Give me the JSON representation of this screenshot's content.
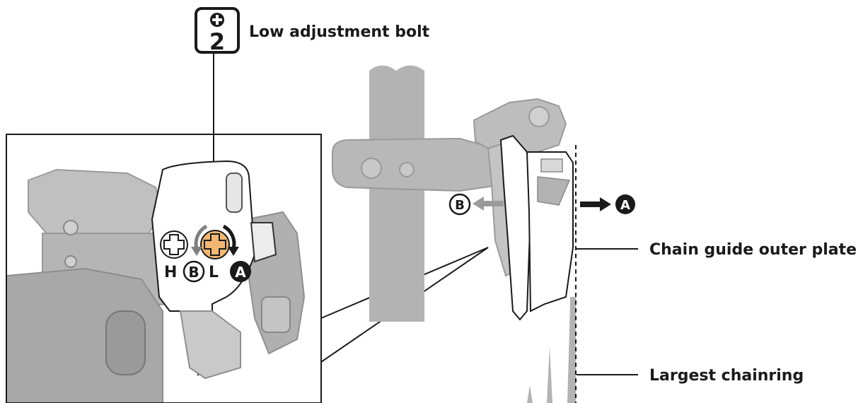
{
  "labels": {
    "low_bolt": "Low adjustment bolt",
    "outer_plate": "Chain guide outer plate",
    "chainring": "Largest chainring"
  },
  "tool_badge": {
    "number": "2",
    "icon": "hex-key-plus-icon"
  },
  "bolt_letters": {
    "high": "H",
    "b": "B",
    "low": "L",
    "a": "A"
  },
  "direction_markers": {
    "a": "A",
    "b": "B"
  },
  "colors": {
    "part_gray": "#b3b3b3",
    "part_dark": "#8c8c8c",
    "highlight_bolt": "#f2b872",
    "line": "#1a1a1a"
  }
}
